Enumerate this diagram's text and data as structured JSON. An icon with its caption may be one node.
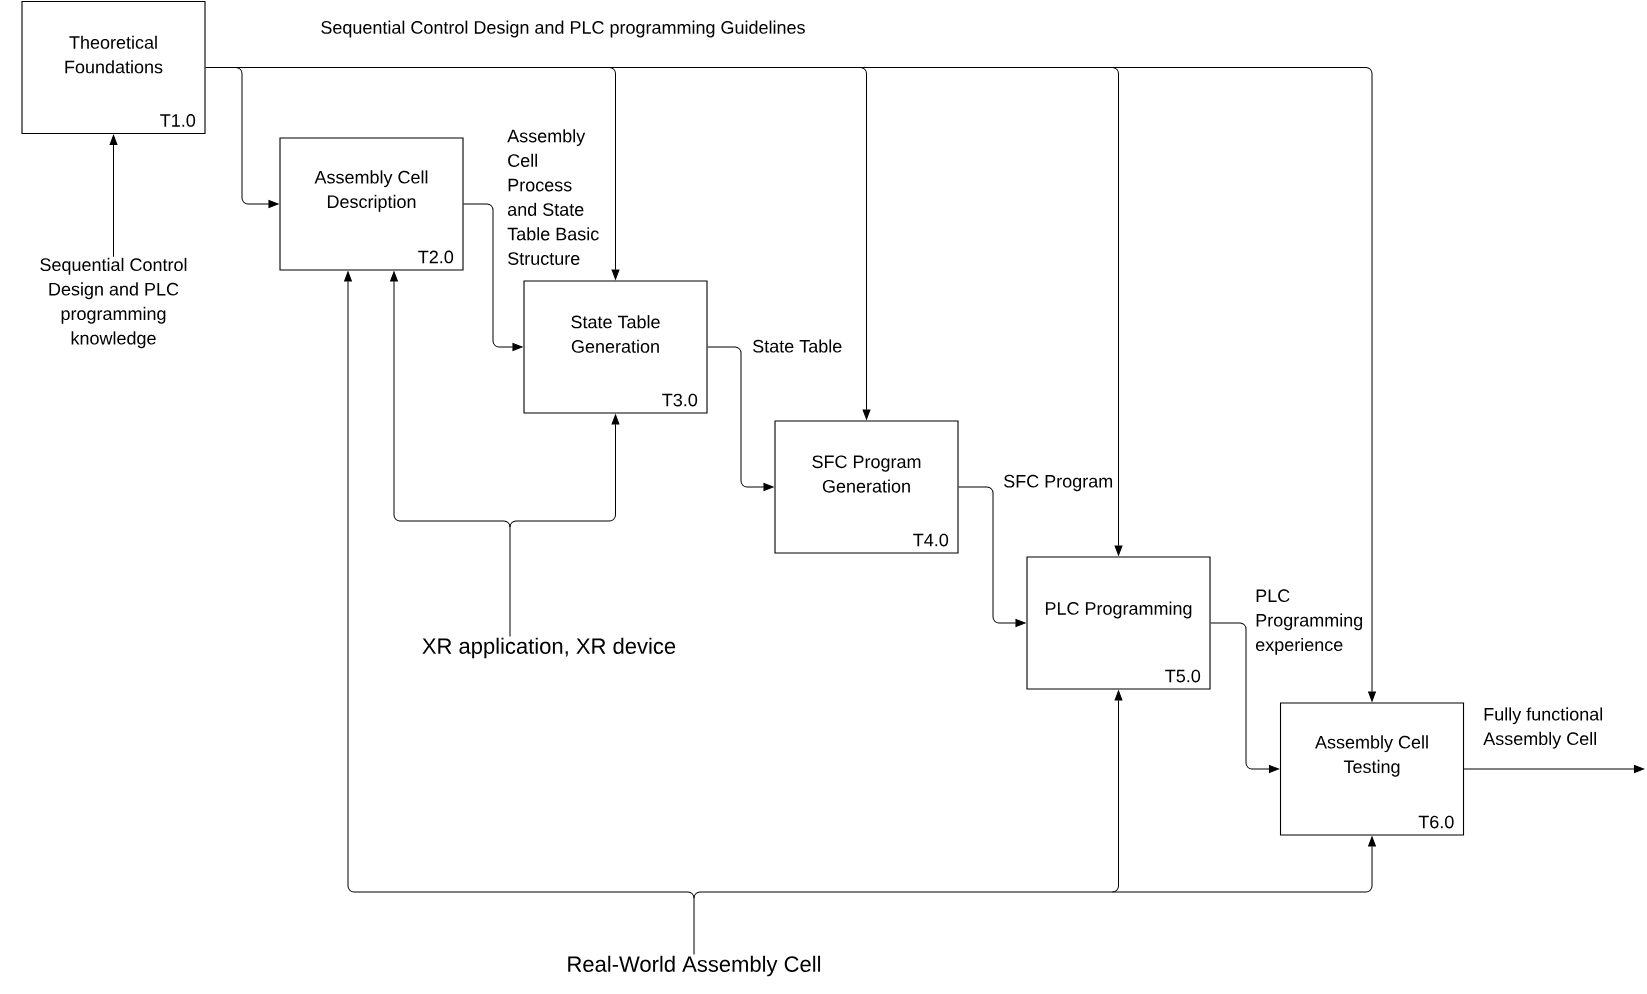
{
  "diagram": {
    "nodes": [
      {
        "text": [
          "Theoretical Foundations",
          "T1.0"
        ]
      },
      {
        "text": [
          "Assembly Cell Description",
          "T2.0"
        ]
      },
      {
        "text": [
          "Sequential Control Design and PLC programming knowledge"
        ]
      },
      {
        "text": [
          "State Table Generation",
          "T3.0"
        ]
      },
      {
        "text": [
          "SFC Program Generation",
          "T4.0"
        ]
      },
      {
        "text": [
          "XR application, XR device"
        ]
      },
      {
        "text": [
          "PLC Programming",
          "T5.0"
        ]
      },
      {
        "text": [
          "Assembly Cell Testing",
          "T6.0"
        ]
      },
      {
        "text": [
          "Real-World Assembly Cell"
        ]
      }
    ],
    "edges": [
      {
        "from": 0,
        "to": 1,
        "arrow": "to"
      },
      {
        "from": 0,
        "to": 3,
        "arrow": "to"
      },
      {
        "from": 0,
        "to": 4,
        "arrow": "to"
      },
      {
        "from": 0,
        "to": 6,
        "arrow": "to"
      },
      {
        "from": 0,
        "to": 7,
        "arrow": "to",
        "label": "Sequential Control Design and PLC programming Guidelines"
      },
      {
        "from": 2,
        "to": 0,
        "arrow": "to"
      },
      {
        "from": 1,
        "to": 3,
        "arrow": "to",
        "label": "Assembly Cell Process and State Table Basic Structure"
      },
      {
        "from": 3,
        "to": 4,
        "arrow": "to",
        "label": "State Table"
      },
      {
        "from": 4,
        "to": 6,
        "arrow": "to",
        "label": "SFC Program"
      },
      {
        "from": 6,
        "to": 7,
        "arrow": "to",
        "label": "PLC Programming experience"
      },
      {
        "from": 7,
        "to": null,
        "arrow": "to",
        "label": "Fully functional Assembly Cell"
      },
      {
        "from": 5,
        "to": 1,
        "arrow": "to"
      },
      {
        "from": 5,
        "to": 3,
        "arrow": "to"
      },
      {
        "from": 8,
        "to": 1,
        "arrow": "to"
      },
      {
        "from": 8,
        "to": 6,
        "arrow": "to"
      },
      {
        "from": 8,
        "to": 7,
        "arrow": "to"
      }
    ]
  }
}
